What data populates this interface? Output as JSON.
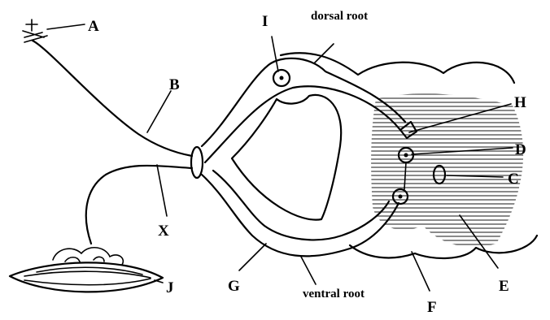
{
  "labels": {
    "A": "A",
    "B": "B",
    "C": "C",
    "D": "D",
    "E": "E",
    "F": "F",
    "G": "G",
    "H": "H",
    "I": "I",
    "J": "J",
    "X": "X"
  },
  "captions": {
    "dorsal_root": "dorsal root",
    "ventral_root": "ventral root"
  }
}
